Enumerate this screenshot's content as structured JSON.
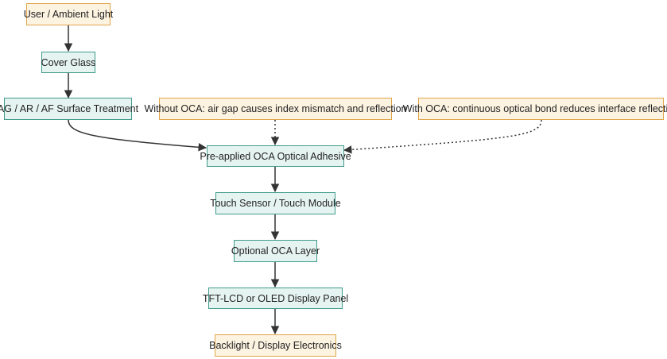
{
  "nodes": {
    "user": "User / Ambient Light",
    "cover": "Cover Glass",
    "treatment": "AG / AR / AF Surface Treatment",
    "without": "Without OCA: air gap causes index mismatch and reflection",
    "with": "With OCA: continuous optical bond reduces interface reflection",
    "oca": "Pre-applied OCA Optical Adhesive",
    "touch": "Touch Sensor / Touch Module",
    "optional": "Optional OCA Layer",
    "panel": "TFT-LCD or OLED Display Panel",
    "backlight": "Backlight / Display Electronics"
  },
  "colors": {
    "process_fill": "#e6f4f1",
    "process_border": "#3f9b8b",
    "endpoint_fill": "#fdf3e1",
    "endpoint_border": "#e0a54a",
    "edge": "#333333"
  }
}
